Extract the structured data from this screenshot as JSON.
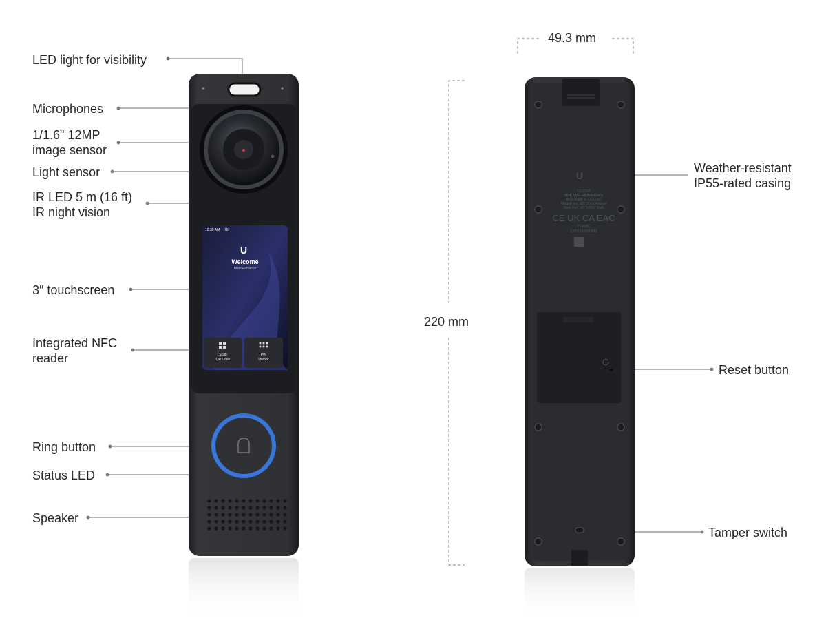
{
  "front_labels": {
    "led_light": "LED light for visibility",
    "microphones": "Microphones",
    "image_sensor_line1": "1/1.6\" 12MP",
    "image_sensor_line2": "image sensor",
    "light_sensor": "Light sensor",
    "ir_led_line1": "IR LED 5 m (16 ft)",
    "ir_led_line2": "IR night vision",
    "touchscreen": "3″ touchscreen",
    "nfc_line1": "Integrated NFC",
    "nfc_line2": "reader",
    "ring_button": "Ring button",
    "status_led": "Status LED",
    "speaker": "Speaker"
  },
  "back_labels": {
    "casing_line1": "Weather-resistant",
    "casing_line2": "IP55-rated casing",
    "reset_button": "Reset button",
    "tamper_switch": "Tamper switch"
  },
  "dimensions": {
    "width": "49.3 mm",
    "height": "220 mm"
  },
  "screen": {
    "status_time": "10:30 AM",
    "status_temp": "76°",
    "welcome": "Welcome",
    "subtitle": "Main Entrance",
    "btn_scan_line1": "Scan",
    "btn_scan_line2": "QR Code",
    "btn_pin_line1": "PIN",
    "btn_pin_line2": "Unlock"
  },
  "back_plate": {
    "brand": "UI.COM",
    "model": "M/N: UVC-G6-Pro-Entry",
    "rating": "IP55  Made in XXXXXX",
    "address1": "Ubiquiti Inc. 685 Third Avenue",
    "address2": "New York, NY 10017 USA",
    "date_code": "YYWWC",
    "serial": "XXXXXXXXXXXX",
    "certifications": "CE UK CA EAC"
  },
  "colors": {
    "device_body": "#2c2d30",
    "ring_glow": "#3b82f6",
    "leader_line": "#888888"
  }
}
